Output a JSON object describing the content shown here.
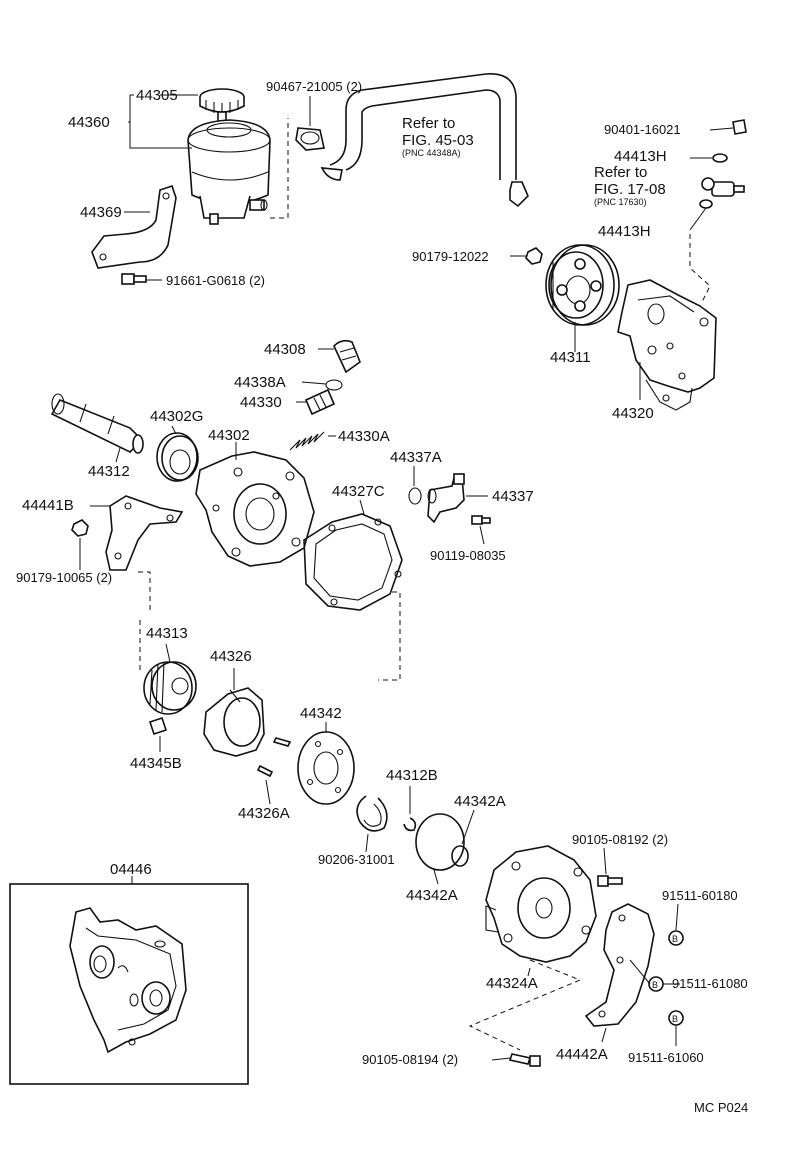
{
  "labels": {
    "p44305": "44305",
    "p44360": "44360",
    "p44369": "44369",
    "p91661": "91661-G0618 (2)",
    "p90467": "90467-21005 (2)",
    "refer1_a": "Refer to",
    "refer1_b": "FIG. 45-03",
    "refer1_c": "(PNC 44348A)",
    "p90401": "90401-16021",
    "p44413H_1": "44413H",
    "refer2_a": "Refer to",
    "refer2_b": "FIG. 17-08",
    "refer2_c": "(PNC 17630)",
    "p44413H_2": "44413H",
    "p90179_12022": "90179-12022",
    "p44311": "44311",
    "p44320": "44320",
    "p44308": "44308",
    "p44338A": "44338A",
    "p44330": "44330",
    "p44330A": "44330A",
    "p44302G": "44302G",
    "p44302": "44302",
    "p44312": "44312",
    "p44441B": "44441B",
    "p90179_10065": "90179-10065 (2)",
    "p44327C": "44327C",
    "p44337A": "44337A",
    "p44337": "44337",
    "p90119": "90119-08035",
    "p44313": "44313",
    "p44326": "44326",
    "p44342": "44342",
    "p44345B": "44345B",
    "p44326A": "44326A",
    "p44312B": "44312B",
    "p44342A_1": "44342A",
    "p90206": "90206-31001",
    "p44342A_2": "44342A",
    "p90105_08192": "90105-08192 (2)",
    "p91511_60180": "91511-60180",
    "p91511_61080": "91511-61080",
    "p44324A": "44324A",
    "p44442A": "44442A",
    "p90105_08194": "90105-08194 (2)",
    "p91511_61060": "91511-61060",
    "p04446": "04446",
    "bolt_letter": "B",
    "page_code": "MC P024"
  }
}
